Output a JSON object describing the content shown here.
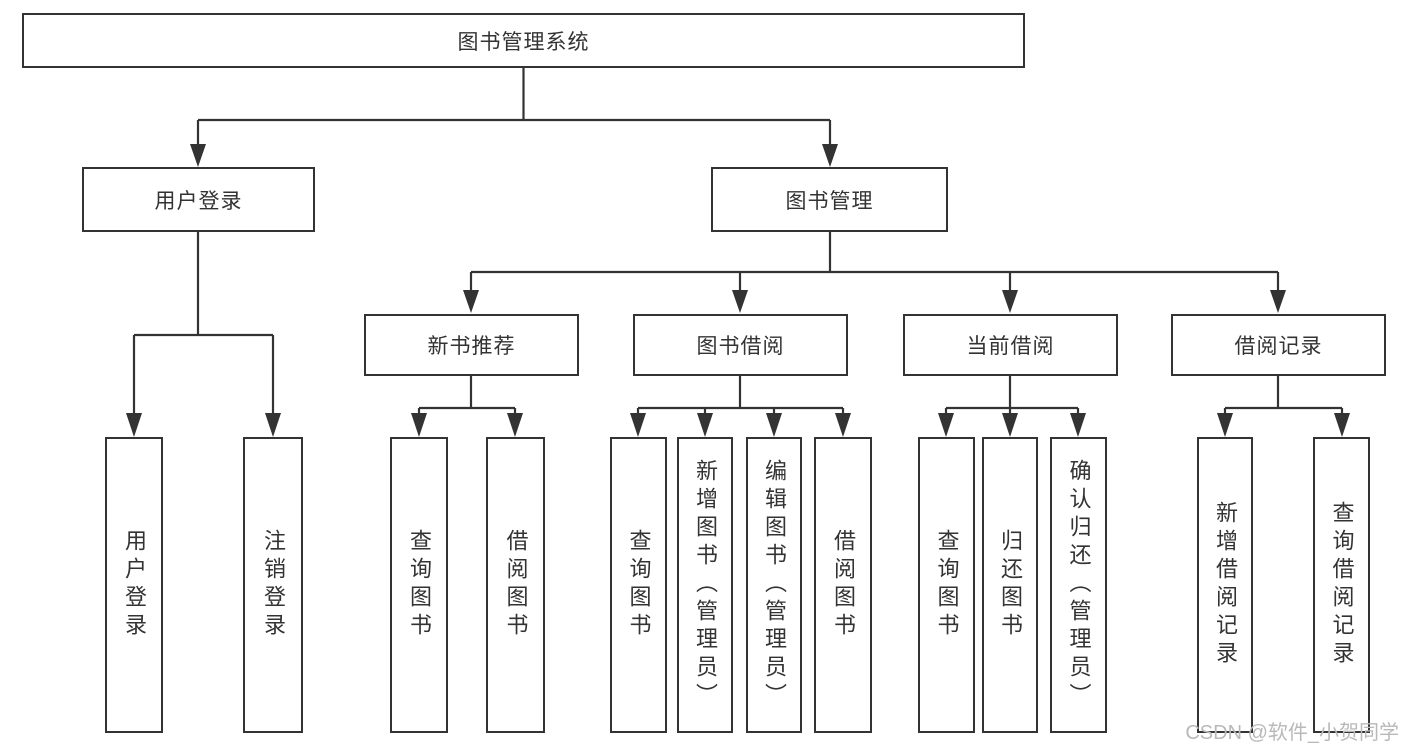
{
  "tree": {
    "root": "图书管理系统",
    "children": [
      {
        "label": "用户登录",
        "children": [
          {
            "label": "用户登录"
          },
          {
            "label": "注销登录"
          }
        ]
      },
      {
        "label": "图书管理",
        "children": [
          {
            "label": "新书推荐",
            "children": [
              {
                "label": "查询图书"
              },
              {
                "label": "借阅图书"
              }
            ]
          },
          {
            "label": "图书借阅",
            "children": [
              {
                "label": "查询图书"
              },
              {
                "label": "新增图书（管理员）"
              },
              {
                "label": "编辑图书（管理员）"
              },
              {
                "label": "借阅图书"
              }
            ]
          },
          {
            "label": "当前借阅",
            "children": [
              {
                "label": "查询图书"
              },
              {
                "label": "归还图书"
              },
              {
                "label": "确认归还（管理员）"
              }
            ]
          },
          {
            "label": "借阅记录",
            "children": [
              {
                "label": "新增借阅记录"
              },
              {
                "label": "查询借阅记录"
              }
            ]
          }
        ]
      }
    ]
  },
  "watermark": "CSDN @软件_小贺同学",
  "colors": {
    "line": "#333333",
    "text": "#333333",
    "watermark": "#b9b9b9",
    "background": "#ffffff"
  }
}
